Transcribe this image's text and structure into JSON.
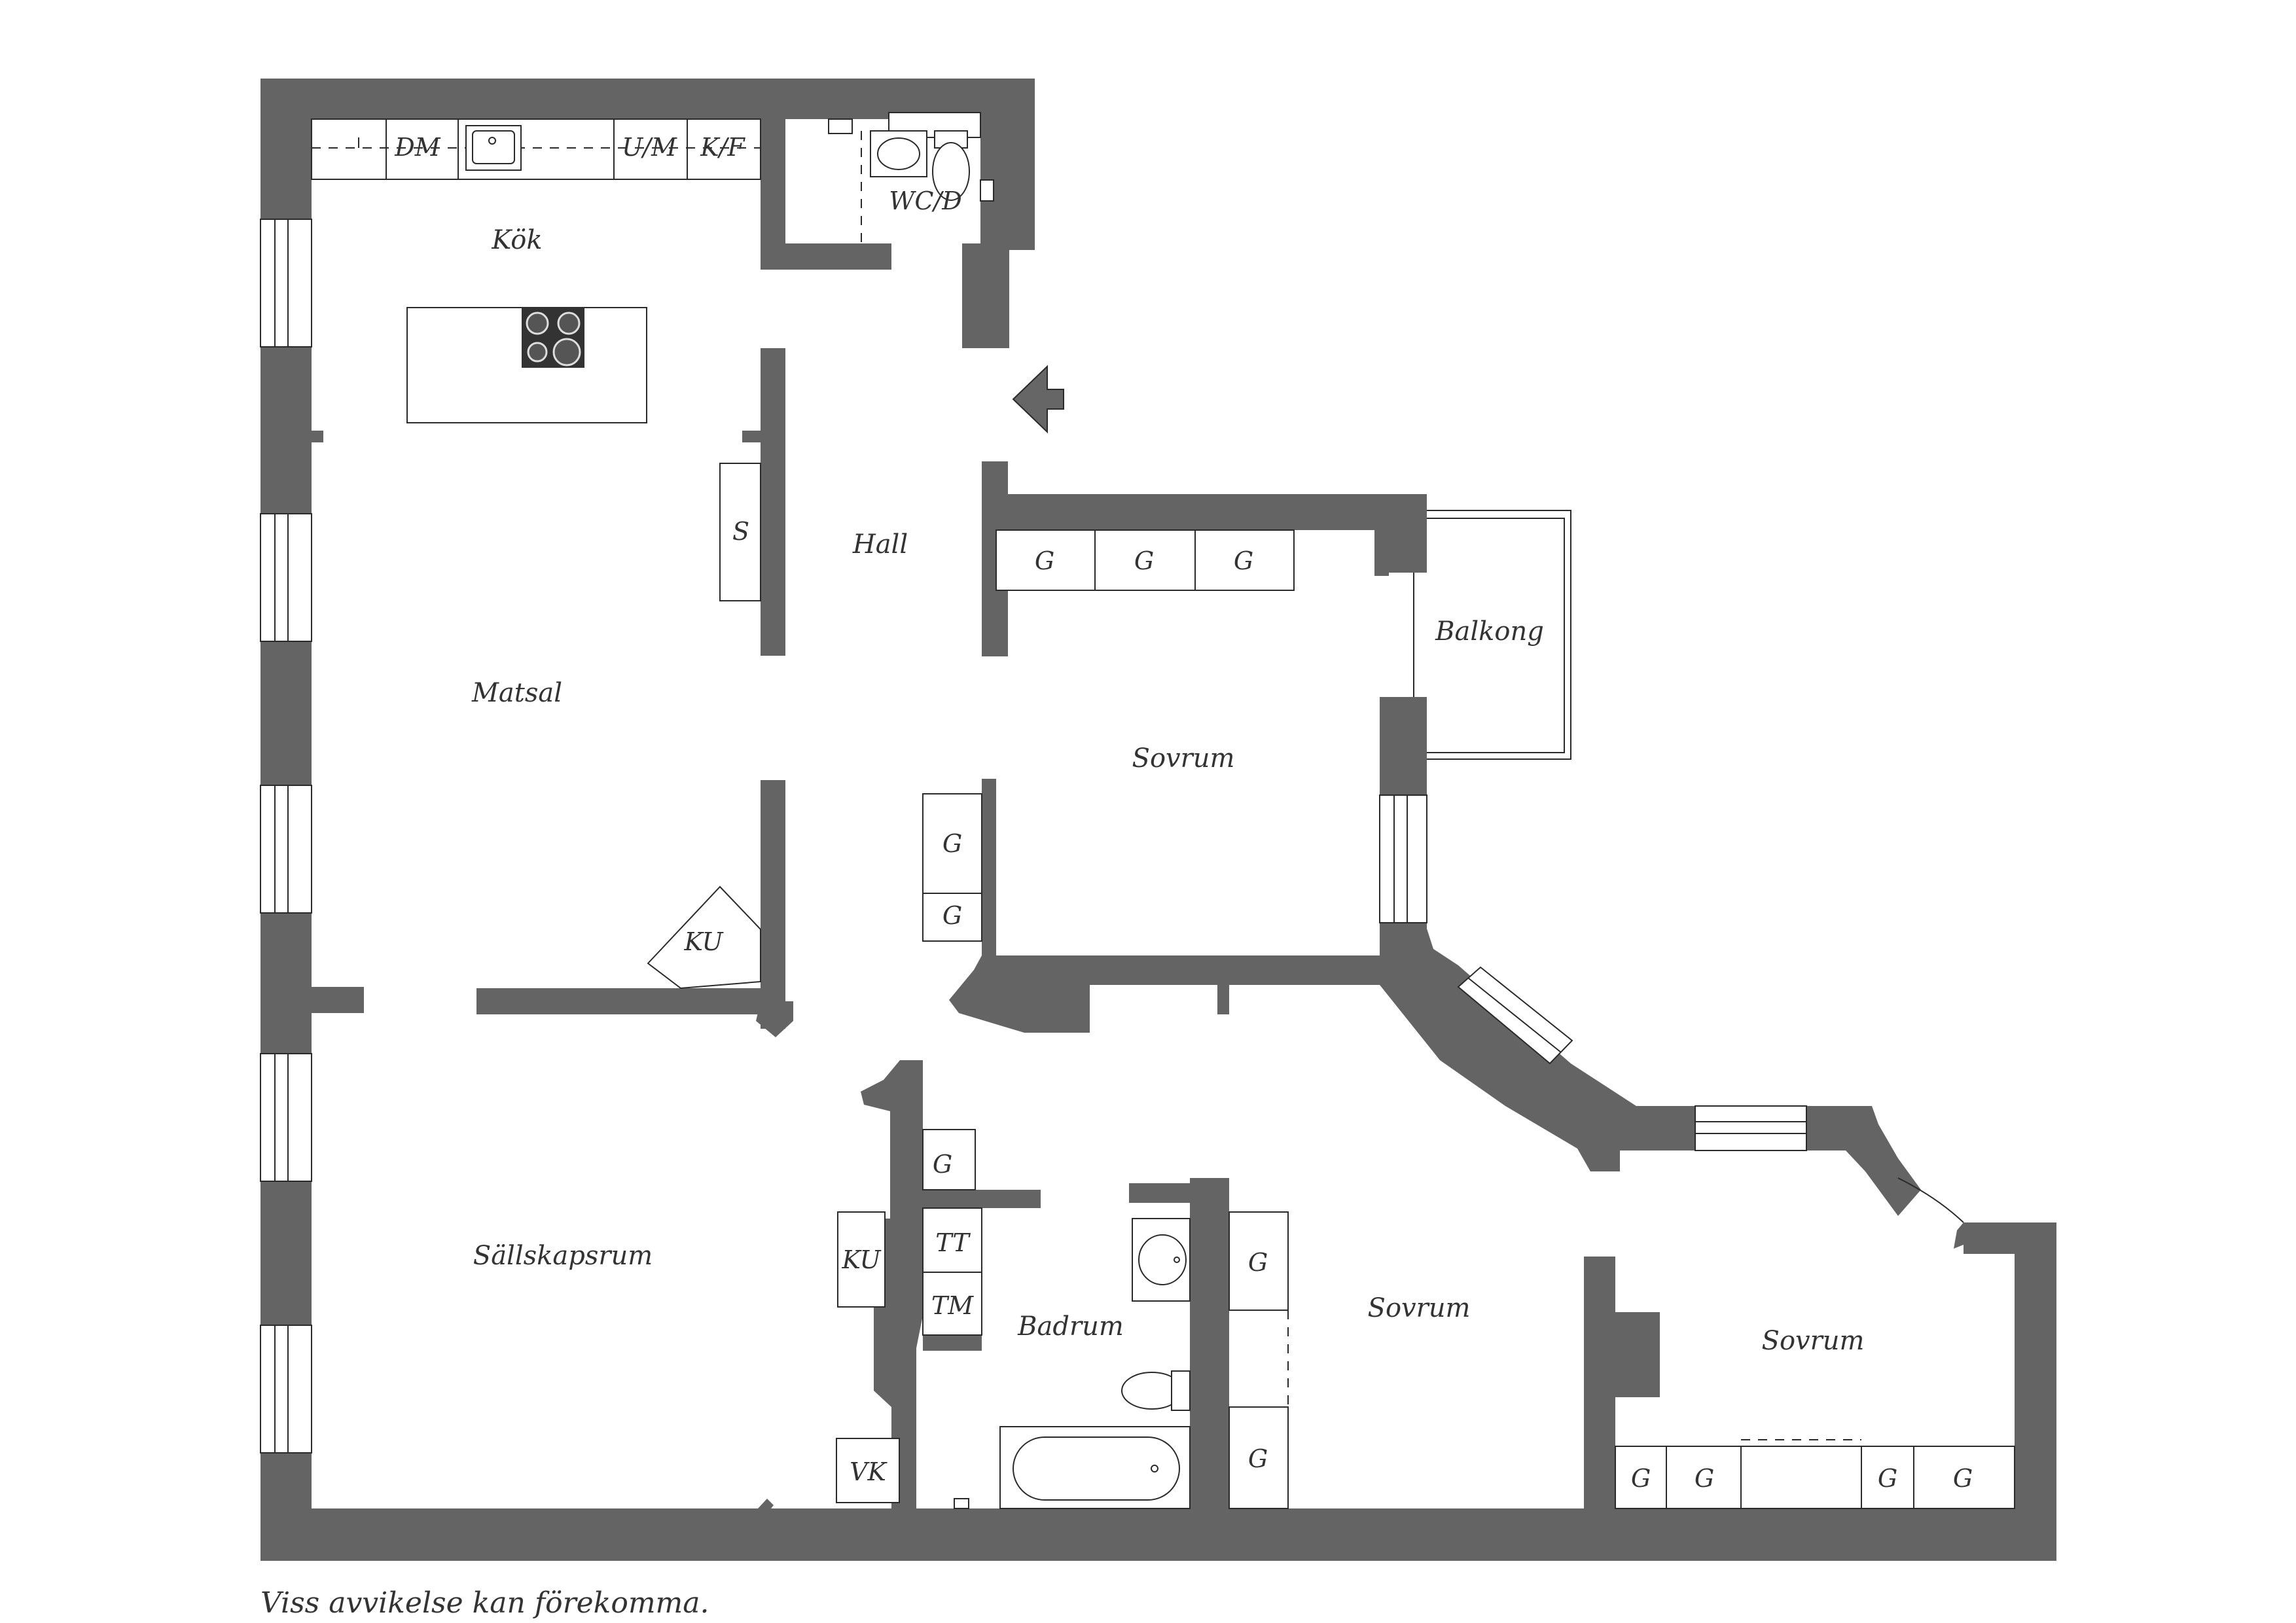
{
  "rooms": {
    "kok": "Kök",
    "hall": "Hall",
    "matsal": "Matsal",
    "sovrum_1": "Sovrum",
    "balkong": "Balkong",
    "sallskapsrum": "Sällskapsrum",
    "badrum": "Badrum",
    "sovrum_2": "Sovrum",
    "sovrum_3": "Sovrum",
    "wc": "WC/D"
  },
  "fixtures": {
    "dm": "DM",
    "um": "U/M",
    "kf": "K/F",
    "s": "S",
    "ku_1": "KU",
    "ku_2": "KU",
    "tt": "TT",
    "tm": "TM",
    "vk": "VK",
    "g": "G"
  },
  "note": "Viss avvikelse kan förekomma.",
  "colors": {
    "wall": "#646464",
    "line": "#2a2a2a",
    "background": "#ffffff"
  }
}
